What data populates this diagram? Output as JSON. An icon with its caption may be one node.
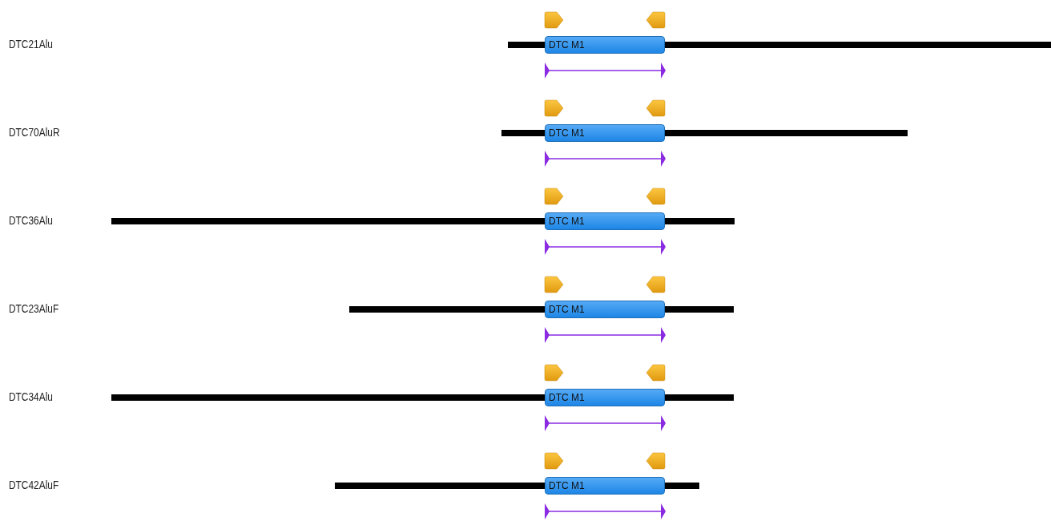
{
  "diagram": {
    "nodes": [
      {
        "text": [
          "DTC M1"
        ]
      },
      {
        "text": [
          "DTC M1"
        ]
      },
      {
        "text": [
          "DTC M1"
        ]
      },
      {
        "text": [
          "DTC M1"
        ]
      },
      {
        "text": [
          "DTC M1"
        ]
      },
      {
        "text": [
          "DTC M1"
        ]
      }
    ],
    "labels": [
      "DTC21Alu",
      "DTC70AluR",
      "DTC36Alu",
      "DTC23AluF",
      "DTC34Alu",
      "DTC42AluF"
    ]
  }
}
